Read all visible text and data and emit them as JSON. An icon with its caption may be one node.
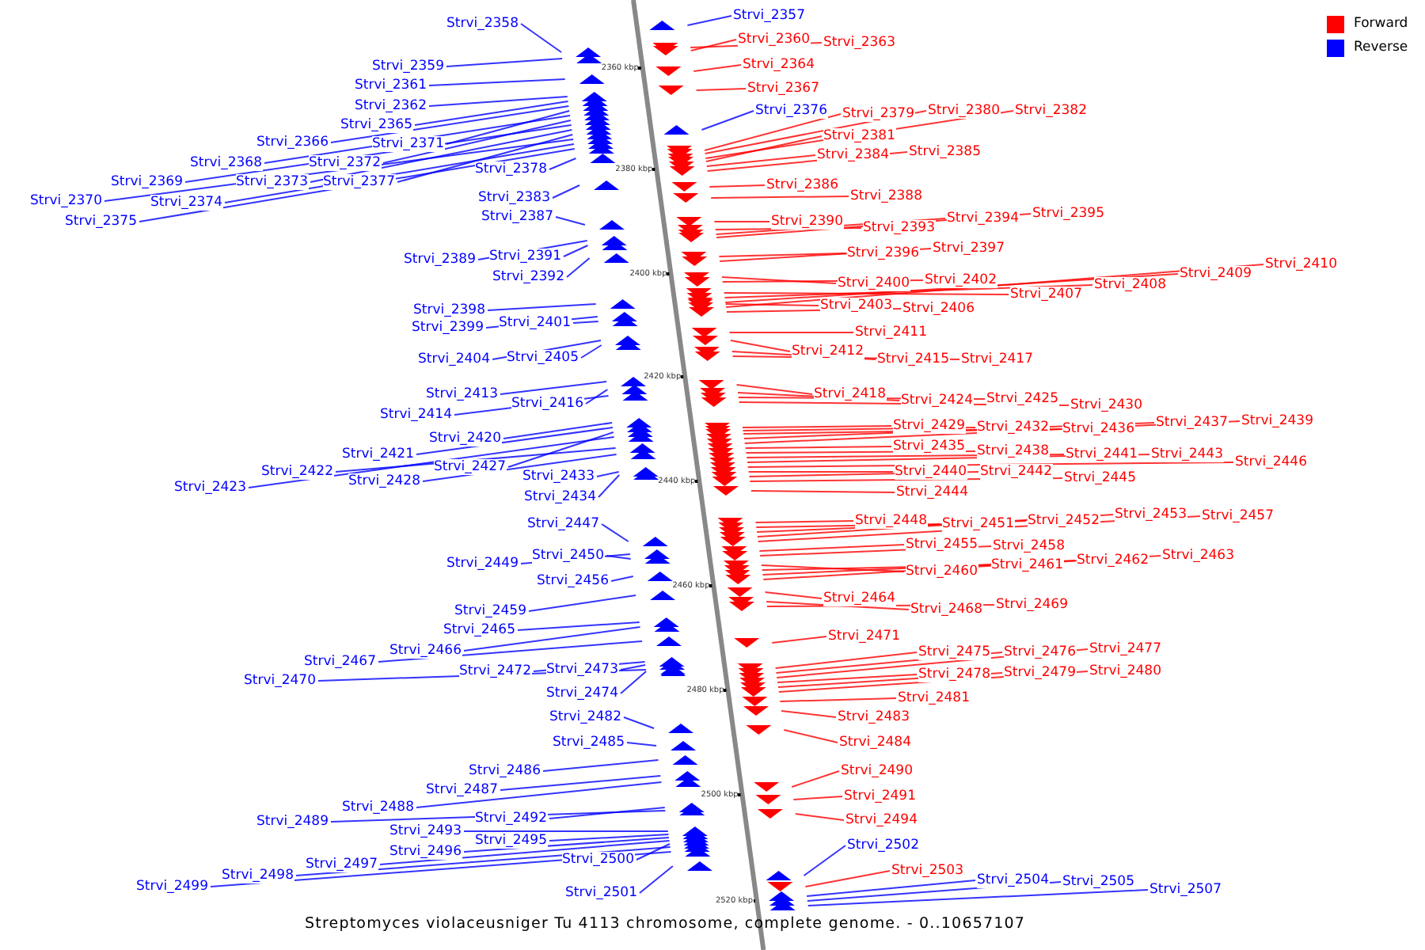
{
  "diagram": {
    "caption": "Streptomyces violaceusniger Tu 4113 chromosome, complete genome. - 0..10657107",
    "nodes": [
      {
        "text": [
          "Strvi_2358"
        ]
      },
      {
        "text": [
          "Strvi_2359"
        ]
      },
      {
        "text": [
          "Strvi_2361"
        ]
      },
      {
        "text": [
          "Strvi_2362"
        ]
      },
      {
        "text": [
          "Strvi_2365"
        ]
      },
      {
        "text": [
          "Strvi_2366"
        ]
      },
      {
        "text": [
          "Strvi_2371"
        ]
      },
      {
        "text": [
          "Strvi_2368"
        ]
      },
      {
        "text": [
          "Strvi_2372"
        ]
      },
      {
        "text": [
          "Strvi_2369"
        ]
      },
      {
        "text": [
          "Strvi_2373"
        ]
      },
      {
        "text": [
          "Strvi_2377"
        ]
      },
      {
        "text": [
          "Strvi_2370"
        ]
      },
      {
        "text": [
          "Strvi_2374"
        ]
      },
      {
        "text": [
          "Strvi_2375"
        ]
      },
      {
        "text": [
          "Strvi_2378"
        ]
      },
      {
        "text": [
          "Strvi_2383"
        ]
      },
      {
        "text": [
          "Strvi_2387"
        ]
      },
      {
        "text": [
          "Strvi_2389"
        ]
      },
      {
        "text": [
          "Strvi_2391"
        ]
      },
      {
        "text": [
          "Strvi_2392"
        ]
      },
      {
        "text": [
          "Strvi_2398"
        ]
      },
      {
        "text": [
          "Strvi_2399"
        ]
      },
      {
        "text": [
          "Strvi_2401"
        ]
      },
      {
        "text": [
          "Strvi_2404"
        ]
      },
      {
        "text": [
          "Strvi_2405"
        ]
      },
      {
        "text": [
          "Strvi_2413"
        ]
      },
      {
        "text": [
          "Strvi_2416"
        ]
      },
      {
        "text": [
          "Strvi_2414"
        ]
      },
      {
        "text": [
          "Strvi_2420"
        ]
      },
      {
        "text": [
          "Strvi_2421"
        ]
      },
      {
        "text": [
          "Strvi_2427"
        ]
      },
      {
        "text": [
          "Strvi_2422"
        ]
      },
      {
        "text": [
          "Strvi_2428"
        ]
      },
      {
        "text": [
          "Strvi_2423"
        ]
      },
      {
        "text": [
          "Strvi_2433"
        ]
      },
      {
        "text": [
          "Strvi_2434"
        ]
      },
      {
        "text": [
          "Strvi_2447"
        ]
      },
      {
        "text": [
          "Strvi_2449"
        ]
      },
      {
        "text": [
          "Strvi_2450"
        ]
      },
      {
        "text": [
          "Strvi_2456"
        ]
      },
      {
        "text": [
          "Strvi_2459"
        ]
      },
      {
        "text": [
          "Strvi_2465"
        ]
      },
      {
        "text": [
          "Strvi_2466"
        ]
      },
      {
        "text": [
          "Strvi_2467"
        ]
      },
      {
        "text": [
          "Strvi_2472"
        ]
      },
      {
        "text": [
          "Strvi_2473"
        ]
      },
      {
        "text": [
          "Strvi_2470"
        ]
      },
      {
        "text": [
          "Strvi_2474"
        ]
      },
      {
        "text": [
          "Strvi_2482"
        ]
      },
      {
        "text": [
          "Strvi_2485"
        ]
      },
      {
        "text": [
          "Strvi_2486"
        ]
      },
      {
        "text": [
          "Strvi_2487"
        ]
      },
      {
        "text": [
          "Strvi_2488"
        ]
      },
      {
        "text": [
          "Strvi_2489"
        ]
      },
      {
        "text": [
          "Strvi_2492"
        ]
      },
      {
        "text": [
          "Strvi_2493"
        ]
      },
      {
        "text": [
          "Strvi_2495"
        ]
      },
      {
        "text": [
          "Strvi_2496"
        ]
      },
      {
        "text": [
          "Strvi_2497"
        ]
      },
      {
        "text": [
          "Strvi_2500"
        ]
      },
      {
        "text": [
          "Strvi_2498"
        ]
      },
      {
        "text": [
          "Strvi_2499"
        ]
      },
      {
        "text": [
          "Strvi_2501"
        ]
      },
      {
        "text": [
          "Strvi_2357"
        ]
      },
      {
        "text": [
          "Strvi_2360"
        ]
      },
      {
        "text": [
          "Strvi_2363"
        ]
      },
      {
        "text": [
          "Strvi_2364"
        ]
      },
      {
        "text": [
          "Strvi_2367"
        ]
      },
      {
        "text": [
          "Strvi_2376"
        ]
      },
      {
        "text": [
          "Strvi_2379"
        ]
      },
      {
        "text": [
          "Strvi_2380"
        ]
      },
      {
        "text": [
          "Strvi_2382"
        ]
      },
      {
        "text": [
          "Strvi_2381"
        ]
      },
      {
        "text": [
          "Strvi_2384"
        ]
      },
      {
        "text": [
          "Strvi_2385"
        ]
      },
      {
        "text": [
          "Strvi_2386"
        ]
      },
      {
        "text": [
          "Strvi_2388"
        ]
      },
      {
        "text": [
          "Strvi_2390"
        ]
      },
      {
        "text": [
          "Strvi_2393"
        ]
      },
      {
        "text": [
          "Strvi_2394"
        ]
      },
      {
        "text": [
          "Strvi_2395"
        ]
      },
      {
        "text": [
          "Strvi_2396"
        ]
      },
      {
        "text": [
          "Strvi_2397"
        ]
      },
      {
        "text": [
          "Strvi_2400"
        ]
      },
      {
        "text": [
          "Strvi_2402"
        ]
      },
      {
        "text": [
          "Strvi_2407"
        ]
      },
      {
        "text": [
          "Strvi_2408"
        ]
      },
      {
        "text": [
          "Strvi_2409"
        ]
      },
      {
        "text": [
          "Strvi_2410"
        ]
      },
      {
        "text": [
          "Strvi_2403"
        ]
      },
      {
        "text": [
          "Strvi_2406"
        ]
      },
      {
        "text": [
          "Strvi_2411"
        ]
      },
      {
        "text": [
          "Strvi_2412"
        ]
      },
      {
        "text": [
          "Strvi_2415"
        ]
      },
      {
        "text": [
          "Strvi_2417"
        ]
      },
      {
        "text": [
          "Strvi_2418"
        ]
      },
      {
        "text": [
          "Strvi_2424"
        ]
      },
      {
        "text": [
          "Strvi_2425"
        ]
      },
      {
        "text": [
          "Strvi_2430"
        ]
      },
      {
        "text": [
          "Strvi_2429"
        ]
      },
      {
        "text": [
          "Strvi_2432"
        ]
      },
      {
        "text": [
          "Strvi_2436"
        ]
      },
      {
        "text": [
          "Strvi_2437"
        ]
      },
      {
        "text": [
          "Strvi_2439"
        ]
      },
      {
        "text": [
          "Strvi_2435"
        ]
      },
      {
        "text": [
          "Strvi_2438"
        ]
      },
      {
        "text": [
          "Strvi_2441"
        ]
      },
      {
        "text": [
          "Strvi_2443"
        ]
      },
      {
        "text": [
          "Strvi_2446"
        ]
      },
      {
        "text": [
          "Strvi_2440"
        ]
      },
      {
        "text": [
          "Strvi_2442"
        ]
      },
      {
        "text": [
          "Strvi_2445"
        ]
      },
      {
        "text": [
          "Strvi_2444"
        ]
      },
      {
        "text": [
          "Strvi_2448"
        ]
      },
      {
        "text": [
          "Strvi_2451"
        ]
      },
      {
        "text": [
          "Strvi_2452"
        ]
      },
      {
        "text": [
          "Strvi_2453"
        ]
      },
      {
        "text": [
          "Strvi_2457"
        ]
      },
      {
        "text": [
          "Strvi_2455"
        ]
      },
      {
        "text": [
          "Strvi_2458"
        ]
      },
      {
        "text": [
          "Strvi_2460"
        ]
      },
      {
        "text": [
          "Strvi_2461"
        ]
      },
      {
        "text": [
          "Strvi_2462"
        ]
      },
      {
        "text": [
          "Strvi_2463"
        ]
      },
      {
        "text": [
          "Strvi_2464"
        ]
      },
      {
        "text": [
          "Strvi_2468"
        ]
      },
      {
        "text": [
          "Strvi_2469"
        ]
      },
      {
        "text": [
          "Strvi_2471"
        ]
      },
      {
        "text": [
          "Strvi_2475"
        ]
      },
      {
        "text": [
          "Strvi_2476"
        ]
      },
      {
        "text": [
          "Strvi_2477"
        ]
      },
      {
        "text": [
          "Strvi_2478"
        ]
      },
      {
        "text": [
          "Strvi_2479"
        ]
      },
      {
        "text": [
          "Strvi_2480"
        ]
      },
      {
        "text": [
          "Strvi_2481"
        ]
      },
      {
        "text": [
          "Strvi_2483"
        ]
      },
      {
        "text": [
          "Strvi_2484"
        ]
      },
      {
        "text": [
          "Strvi_2490"
        ]
      },
      {
        "text": [
          "Strvi_2491"
        ]
      },
      {
        "text": [
          "Strvi_2494"
        ]
      },
      {
        "text": [
          "Strvi_2502"
        ]
      },
      {
        "text": [
          "Strvi_2503"
        ]
      },
      {
        "text": [
          "Strvi_2504"
        ]
      },
      {
        "text": [
          "Strvi_2505"
        ]
      },
      {
        "text": [
          "Strvi_2507"
        ]
      }
    ],
    "edges": [
      {
        "from": 0,
        "to": null,
        "arrow": "none",
        "color": "#0000ff"
      },
      {
        "from": 1,
        "to": null,
        "arrow": "none",
        "color": "#0000ff"
      },
      {
        "from": 2,
        "to": null,
        "arrow": "none",
        "color": "#0000ff"
      },
      {
        "from": 3,
        "to": null,
        "arrow": "none",
        "color": "#0000ff"
      },
      {
        "from": 4,
        "to": null,
        "arrow": "none",
        "color": "#0000ff"
      },
      {
        "from": 5,
        "to": null,
        "arrow": "none",
        "color": "#0000ff"
      },
      {
        "from": 6,
        "to": null,
        "arrow": "none",
        "color": "#0000ff"
      },
      {
        "from": 7,
        "to": null,
        "arrow": "none",
        "color": "#0000ff"
      },
      {
        "from": 8,
        "to": null,
        "arrow": "none",
        "color": "#0000ff"
      },
      {
        "from": 9,
        "to": null,
        "arrow": "none",
        "color": "#0000ff"
      },
      {
        "from": 10,
        "to": null,
        "arrow": "none",
        "color": "#0000ff"
      },
      {
        "from": 11,
        "to": null,
        "arrow": "none",
        "color": "#0000ff"
      },
      {
        "from": 12,
        "to": null,
        "arrow": "none",
        "color": "#0000ff"
      },
      {
        "from": 13,
        "to": null,
        "arrow": "none",
        "color": "#0000ff"
      },
      {
        "from": 14,
        "to": null,
        "arrow": "none",
        "color": "#0000ff"
      },
      {
        "from": 15,
        "to": null,
        "arrow": "none",
        "color": "#0000ff"
      },
      {
        "from": 16,
        "to": null,
        "arrow": "none",
        "color": "#0000ff"
      },
      {
        "from": 17,
        "to": null,
        "arrow": "none",
        "color": "#0000ff"
      },
      {
        "from": 18,
        "to": null,
        "arrow": "none",
        "color": "#0000ff"
      },
      {
        "from": 19,
        "to": null,
        "arrow": "none",
        "color": "#0000ff"
      },
      {
        "from": 20,
        "to": null,
        "arrow": "none",
        "color": "#0000ff"
      },
      {
        "from": 21,
        "to": null,
        "arrow": "none",
        "color": "#0000ff"
      },
      {
        "from": 22,
        "to": null,
        "arrow": "none",
        "color": "#0000ff"
      },
      {
        "from": 23,
        "to": null,
        "arrow": "none",
        "color": "#0000ff"
      },
      {
        "from": 24,
        "to": null,
        "arrow": "none",
        "color": "#0000ff"
      },
      {
        "from": 25,
        "to": null,
        "arrow": "none",
        "color": "#0000ff"
      },
      {
        "from": 26,
        "to": null,
        "arrow": "none",
        "color": "#0000ff"
      },
      {
        "from": 27,
        "to": null,
        "arrow": "none",
        "color": "#0000ff"
      },
      {
        "from": 28,
        "to": null,
        "arrow": "none",
        "color": "#0000ff"
      },
      {
        "from": 29,
        "to": null,
        "arrow": "none",
        "color": "#0000ff"
      },
      {
        "from": 30,
        "to": null,
        "arrow": "none",
        "color": "#0000ff"
      },
      {
        "from": 31,
        "to": null,
        "arrow": "none",
        "color": "#0000ff"
      },
      {
        "from": 32,
        "to": null,
        "arrow": "none",
        "color": "#0000ff"
      },
      {
        "from": 33,
        "to": null,
        "arrow": "none",
        "color": "#0000ff"
      },
      {
        "from": 34,
        "to": null,
        "arrow": "none",
        "color": "#0000ff"
      },
      {
        "from": 35,
        "to": null,
        "arrow": "none",
        "color": "#0000ff"
      },
      {
        "from": 36,
        "to": null,
        "arrow": "none",
        "color": "#0000ff"
      },
      {
        "from": 37,
        "to": null,
        "arrow": "none",
        "color": "#0000ff"
      },
      {
        "from": 38,
        "to": null,
        "arrow": "none",
        "color": "#0000ff"
      },
      {
        "from": 39,
        "to": null,
        "arrow": "none",
        "color": "#0000ff"
      },
      {
        "from": 40,
        "to": null,
        "arrow": "none",
        "color": "#0000ff"
      },
      {
        "from": 41,
        "to": null,
        "arrow": "none",
        "color": "#0000ff"
      },
      {
        "from": 42,
        "to": null,
        "arrow": "none",
        "color": "#0000ff"
      },
      {
        "from": 43,
        "to": null,
        "arrow": "none",
        "color": "#0000ff"
      },
      {
        "from": 44,
        "to": null,
        "arrow": "none",
        "color": "#0000ff"
      },
      {
        "from": 45,
        "to": null,
        "arrow": "none",
        "color": "#0000ff"
      },
      {
        "from": 46,
        "to": null,
        "arrow": "none",
        "color": "#0000ff"
      },
      {
        "from": 47,
        "to": null,
        "arrow": "none",
        "color": "#0000ff"
      },
      {
        "from": 48,
        "to": null,
        "arrow": "none",
        "color": "#0000ff"
      },
      {
        "from": 49,
        "to": null,
        "arrow": "none",
        "color": "#0000ff"
      },
      {
        "from": 50,
        "to": null,
        "arrow": "none",
        "color": "#0000ff"
      },
      {
        "from": 51,
        "to": null,
        "arrow": "none",
        "color": "#0000ff"
      },
      {
        "from": 52,
        "to": null,
        "arrow": "none",
        "color": "#0000ff"
      },
      {
        "from": 53,
        "to": null,
        "arrow": "none",
        "color": "#0000ff"
      },
      {
        "from": 54,
        "to": null,
        "arrow": "none",
        "color": "#0000ff"
      },
      {
        "from": 55,
        "to": null,
        "arrow": "none",
        "color": "#0000ff"
      },
      {
        "from": 56,
        "to": null,
        "arrow": "none",
        "color": "#0000ff"
      },
      {
        "from": 57,
        "to": null,
        "arrow": "none",
        "color": "#0000ff"
      },
      {
        "from": 58,
        "to": null,
        "arrow": "none",
        "color": "#0000ff"
      },
      {
        "from": 59,
        "to": null,
        "arrow": "none",
        "color": "#0000ff"
      },
      {
        "from": 60,
        "to": null,
        "arrow": "none",
        "color": "#0000ff"
      },
      {
        "from": 61,
        "to": null,
        "arrow": "none",
        "color": "#0000ff"
      },
      {
        "from": 62,
        "to": null,
        "arrow": "none",
        "color": "#0000ff"
      },
      {
        "from": 63,
        "to": null,
        "arrow": "none",
        "color": "#0000ff"
      },
      {
        "from": 64,
        "to": null,
        "arrow": "none",
        "color": "#0000ff"
      },
      {
        "from": 65,
        "to": null,
        "arrow": "none"
      },
      {
        "from": 66,
        "to": null,
        "arrow": "none"
      },
      {
        "from": 67,
        "to": null,
        "arrow": "none"
      },
      {
        "from": 68,
        "to": null,
        "arrow": "none"
      },
      {
        "from": 69,
        "to": null,
        "arrow": "none",
        "color": "#0000ff"
      },
      {
        "from": 70,
        "to": null,
        "arrow": "none"
      },
      {
        "from": 71,
        "to": null,
        "arrow": "none"
      },
      {
        "from": 72,
        "to": null,
        "arrow": "none"
      },
      {
        "from": 73,
        "to": null,
        "arrow": "none"
      },
      {
        "from": 74,
        "to": null,
        "arrow": "none"
      },
      {
        "from": 75,
        "to": null,
        "arrow": "none"
      },
      {
        "from": 76,
        "to": null,
        "arrow": "none"
      },
      {
        "from": 77,
        "to": null,
        "arrow": "none"
      },
      {
        "from": 78,
        "to": null,
        "arrow": "none"
      },
      {
        "from": 79,
        "to": null,
        "arrow": "none"
      },
      {
        "from": 80,
        "to": null,
        "arrow": "none"
      },
      {
        "from": 81,
        "to": null,
        "arrow": "none"
      },
      {
        "from": 82,
        "to": null,
        "arrow": "none"
      },
      {
        "from": 83,
        "to": null,
        "arrow": "none"
      },
      {
        "from": 84,
        "to": null,
        "arrow": "none"
      },
      {
        "from": 85,
        "to": null,
        "arrow": "none"
      },
      {
        "from": 86,
        "to": null,
        "arrow": "none"
      },
      {
        "from": 87,
        "to": null,
        "arrow": "none"
      },
      {
        "from": 88,
        "to": null,
        "arrow": "none"
      },
      {
        "from": 89,
        "to": null,
        "arrow": "none"
      },
      {
        "from": 90,
        "to": null,
        "arrow": "none"
      },
      {
        "from": 91,
        "to": null,
        "arrow": "none"
      },
      {
        "from": 92,
        "to": null,
        "arrow": "none"
      },
      {
        "from": 93,
        "to": null,
        "arrow": "none"
      },
      {
        "from": 94,
        "to": null,
        "arrow": "none"
      },
      {
        "from": 95,
        "to": null,
        "arrow": "none"
      },
      {
        "from": 96,
        "to": null,
        "arrow": "none"
      },
      {
        "from": 97,
        "to": null,
        "arrow": "none"
      },
      {
        "from": 98,
        "to": null,
        "arrow": "none"
      },
      {
        "from": 99,
        "to": null,
        "arrow": "none"
      },
      {
        "from": 100,
        "to": null,
        "arrow": "none"
      },
      {
        "from": 101,
        "to": null,
        "arrow": "none"
      },
      {
        "from": 102,
        "to": null,
        "arrow": "none"
      },
      {
        "from": 103,
        "to": null,
        "arrow": "none"
      },
      {
        "from": 104,
        "to": null,
        "arrow": "none"
      },
      {
        "from": 105,
        "to": null,
        "arrow": "none"
      },
      {
        "from": 106,
        "to": null,
        "arrow": "none"
      },
      {
        "from": 107,
        "to": null,
        "arrow": "none"
      },
      {
        "from": 108,
        "to": null,
        "arrow": "none"
      },
      {
        "from": 109,
        "to": null,
        "arrow": "none"
      },
      {
        "from": 110,
        "to": null,
        "arrow": "none"
      },
      {
        "from": 111,
        "to": null,
        "arrow": "none"
      },
      {
        "from": 112,
        "to": null,
        "arrow": "none"
      },
      {
        "from": 113,
        "to": null,
        "arrow": "none"
      },
      {
        "from": 114,
        "to": null,
        "arrow": "none"
      },
      {
        "from": 115,
        "to": null,
        "arrow": "none"
      },
      {
        "from": 116,
        "to": null,
        "arrow": "none"
      },
      {
        "from": 117,
        "to": null,
        "arrow": "none"
      },
      {
        "from": 118,
        "to": null,
        "arrow": "none"
      },
      {
        "from": 119,
        "to": null,
        "arrow": "none"
      },
      {
        "from": 120,
        "to": null,
        "arrow": "none"
      },
      {
        "from": 121,
        "to": null,
        "arrow": "none"
      },
      {
        "from": 122,
        "to": null,
        "arrow": "none"
      },
      {
        "from": 123,
        "to": null,
        "arrow": "none"
      },
      {
        "from": 124,
        "to": null,
        "arrow": "none"
      },
      {
        "from": 125,
        "to": null,
        "arrow": "none"
      },
      {
        "from": 126,
        "to": null,
        "arrow": "none"
      },
      {
        "from": 127,
        "to": null,
        "arrow": "none"
      },
      {
        "from": 128,
        "to": null,
        "arrow": "none"
      },
      {
        "from": 129,
        "to": null,
        "arrow": "none"
      },
      {
        "from": 130,
        "to": null,
        "arrow": "none"
      },
      {
        "from": 131,
        "to": null,
        "arrow": "none"
      },
      {
        "from": 132,
        "to": null,
        "arrow": "none"
      },
      {
        "from": 133,
        "to": null,
        "arrow": "none"
      },
      {
        "from": 134,
        "to": null,
        "arrow": "none"
      },
      {
        "from": 135,
        "to": null,
        "arrow": "none"
      },
      {
        "from": 136,
        "to": null,
        "arrow": "none"
      },
      {
        "from": 137,
        "to": null,
        "arrow": "none"
      },
      {
        "from": 138,
        "to": null,
        "arrow": "none"
      },
      {
        "from": 139,
        "to": null,
        "arrow": "none"
      },
      {
        "from": 140,
        "to": null,
        "arrow": "none"
      },
      {
        "from": 141,
        "to": null,
        "arrow": "none",
        "color": "#0000ff"
      },
      {
        "from": 142,
        "to": null,
        "arrow": "none"
      },
      {
        "from": 143,
        "to": null,
        "arrow": "none",
        "color": "#0000ff"
      },
      {
        "from": 144,
        "to": null,
        "arrow": "none",
        "color": "#0000ff"
      },
      {
        "from": 145,
        "to": null,
        "arrow": "none",
        "color": "#0000ff"
      }
    ],
    "labels": [
      "2360 kbp",
      "2380 kbp",
      "2400 kbp",
      "2420 kbp",
      "2440 kbp",
      "2460 kbp",
      "2480 kbp",
      "2500 kbp",
      "2520 kbp"
    ],
    "legend": [
      {
        "text": "Forward",
        "color": "#ff0000"
      },
      {
        "text": "Reverse",
        "color": "#0000ff"
      }
    ]
  }
}
